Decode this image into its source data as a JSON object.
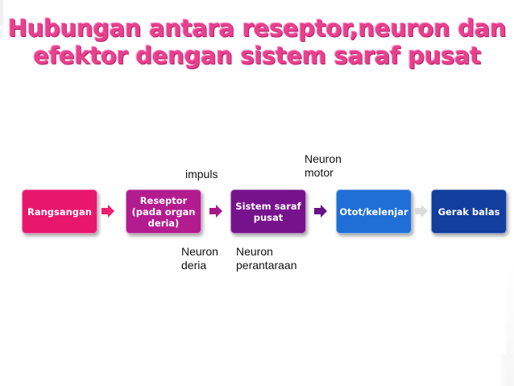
{
  "title": {
    "line1": "Hubungan antara reseptor,neuron dan",
    "line2": "efektor dengan sistem saraf pusat"
  },
  "flow": {
    "boxes": [
      {
        "label": "Rangsangan",
        "color": "#e8176e"
      },
      {
        "label": "Reseptor\n(pada organ\nderia)",
        "color": "#b31c8f"
      },
      {
        "label": "Sistem saraf\npusat",
        "color": "#77128d"
      },
      {
        "label": "Otot/kelenjar",
        "color": "#1f6fd6"
      },
      {
        "label": "Gerak balas",
        "color": "#123e9e"
      }
    ],
    "arrow_colors": [
      "#ec1e71",
      "#a8168c",
      "#681288",
      "#dcdcdc"
    ]
  },
  "annotations": {
    "impuls": "impuls",
    "neuron_motor": "Neuron\nmotor",
    "neuron_deria": "Neuron\n deria",
    "neuron_perantaraan": "Neuron\nperantaraan"
  }
}
